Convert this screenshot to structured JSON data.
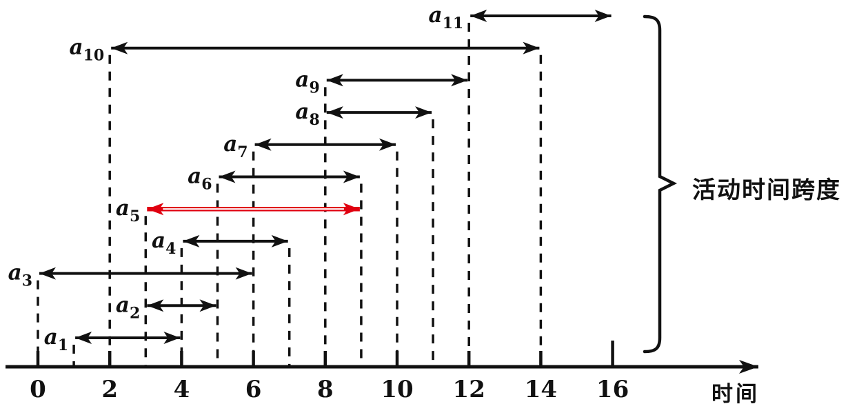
{
  "figure": {
    "background_color": "#ffffff",
    "ink_color": "#111111",
    "highlight_color": "#e00010",
    "brace_label": "活动时间跨度",
    "axis_label": "时间"
  },
  "chart_data": {
    "type": "interval-timeline",
    "x_axis": {
      "min": 0,
      "max": 16,
      "ticks": [
        0,
        2,
        4,
        6,
        8,
        10,
        12,
        14,
        16
      ],
      "label": "时间"
    },
    "activities": [
      {
        "name": "a1",
        "label": "a",
        "subscript": "1",
        "start": 1,
        "finish": 4,
        "highlighted": false
      },
      {
        "name": "a2",
        "label": "a",
        "subscript": "2",
        "start": 3,
        "finish": 5,
        "highlighted": false
      },
      {
        "name": "a3",
        "label": "a",
        "subscript": "3",
        "start": 0,
        "finish": 6,
        "highlighted": false
      },
      {
        "name": "a4",
        "label": "a",
        "subscript": "4",
        "start": 4,
        "finish": 7,
        "highlighted": false
      },
      {
        "name": "a5",
        "label": "a",
        "subscript": "5",
        "start": 3,
        "finish": 9,
        "highlighted": true
      },
      {
        "name": "a6",
        "label": "a",
        "subscript": "6",
        "start": 5,
        "finish": 9,
        "highlighted": false
      },
      {
        "name": "a7",
        "label": "a",
        "subscript": "7",
        "start": 6,
        "finish": 10,
        "highlighted": false
      },
      {
        "name": "a8",
        "label": "a",
        "subscript": "8",
        "start": 8,
        "finish": 11,
        "highlighted": false
      },
      {
        "name": "a9",
        "label": "a",
        "subscript": "9",
        "start": 8,
        "finish": 12,
        "highlighted": false
      },
      {
        "name": "a10",
        "label": "a",
        "subscript": "10",
        "start": 2,
        "finish": 14,
        "highlighted": false
      },
      {
        "name": "a11",
        "label": "a",
        "subscript": "11",
        "start": 12,
        "finish": 16,
        "highlighted": false
      }
    ],
    "dashed_guide_times": [
      0,
      1,
      2,
      3,
      4,
      5,
      6,
      7,
      8,
      9,
      10,
      11,
      12,
      14
    ],
    "brace_label": "活动时间跨度"
  }
}
